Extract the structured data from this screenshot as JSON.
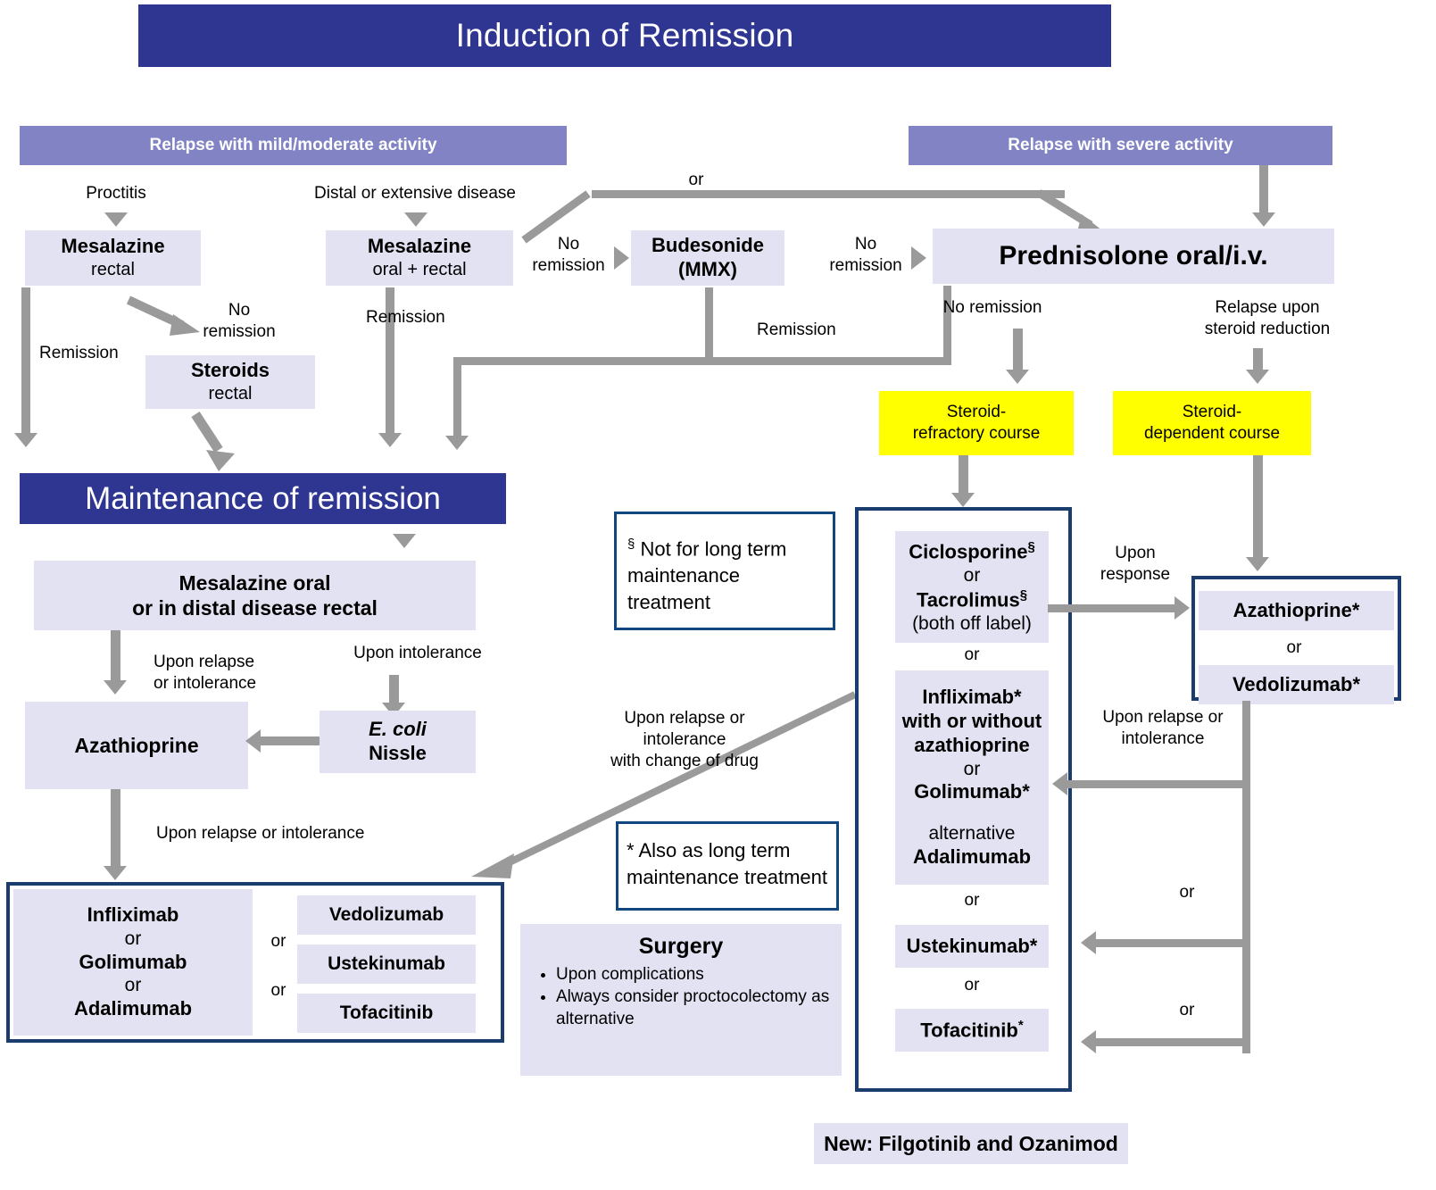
{
  "header": {
    "title": "Induction of Remission"
  },
  "branches": {
    "mild": "Relapse with mild/moderate activity",
    "severe": "Relapse with severe activity"
  },
  "edge_labels": {
    "proctitis": "Proctitis",
    "distal": "Distal or extensive disease",
    "or": "or",
    "no_remission": "No\nremission",
    "no_remission_2": "No\nremission",
    "remission": "Remission",
    "remission_2": "Remission",
    "remission_3": "Remission",
    "no_remission_left": "No\nremission",
    "no_remission_pred": "No remission",
    "relapse_steroid": "Relapse upon\nsteroid reduction",
    "upon_response": "Upon\nresponse",
    "upon_relapse_or_intolerance": "Upon relapse or\nintolerance",
    "upon_relapse_or_intolerance_2": "Upon relapse or intolerance",
    "upon_relapse_or_intolerance_left": "Upon relapse\nor intolerance",
    "upon_intolerance": "Upon intolerance",
    "upon_relapse_change": "Upon relapse or\nintolerance\nwith change of drug",
    "or_r1": "or",
    "or_r2": "or"
  },
  "nodes": {
    "mesalazine_rectal": {
      "line1": "Mesalazine",
      "line2": "rectal"
    },
    "mesalazine_oral_rectal": {
      "line1": "Mesalazine",
      "line2": "oral + rectal"
    },
    "budesonide": {
      "line1": "Budesonide",
      "line2": "(MMX)"
    },
    "prednisolone": {
      "line1": "Prednisolone oral/i.v."
    },
    "steroids_rectal": {
      "line1": "Steroids",
      "line2": "rectal"
    },
    "steroid_refractory": {
      "line1": "Steroid-",
      "line2": "refractory course"
    },
    "steroid_dependent": {
      "line1": "Steroid-",
      "line2": "dependent course"
    },
    "maintenance": {
      "title": "Maintenance of remission"
    },
    "mesalazine_maint": {
      "line1": "Mesalazine oral",
      "line2": "or in distal disease rectal"
    },
    "azathioprine": {
      "line1": "Azathioprine"
    },
    "ecoli": {
      "line1": "E. coli",
      "line2": "Nissle"
    }
  },
  "left_biologics_box": {
    "col1": [
      "Infliximab",
      "or",
      "Golimumab",
      "or",
      "Adalimumab"
    ],
    "or_1": "or",
    "or_2": "or",
    "col2": [
      "Vedolizumab",
      "Ustekinumab",
      "Tofacitinib"
    ]
  },
  "refractory_box": {
    "ciclosporine": "Ciclosporine",
    "ciclosporine_mark": "§",
    "or_1": "or",
    "tacrolimus": "Tacrolimus",
    "tacrolimus_mark": "§",
    "off_label": "(both off label)",
    "or_2": "or",
    "infliximab": "Infliximab*",
    "with_without": "with or without",
    "azathioprine": "azathioprine",
    "or_3": "or",
    "golimumab": "Golimumab*",
    "alternative": "alternative",
    "adalimumab": "Adalimumab",
    "or_4": "or",
    "ustekinumab": "Ustekinumab*",
    "or_5": "or",
    "tofacitinib": "Tofacitinib",
    "tofacitinib_mark": "*"
  },
  "dependent_box": {
    "azathioprine": "Azathioprine*",
    "or": "or",
    "vedolizumab": "Vedolizumab*"
  },
  "footnotes": {
    "section": "§ Not for long term maintenance treatment",
    "section_mark": "§",
    "section_text": "Not for long term maintenance treatment",
    "asterisk_mark": "*",
    "asterisk_text": "Also as long term maintenance treatment"
  },
  "surgery": {
    "title": "Surgery",
    "items": [
      "Upon complications",
      "Always consider proctocolectomy as alternative"
    ]
  },
  "new_drugs": {
    "label": "New: Filgotinib and Ozanimod"
  },
  "colors": {
    "navy": "#2e3691",
    "purple": "#8183c4",
    "lavender": "#e3e2f2",
    "yellow": "#ffff00",
    "grey_arrow": "#9a9a9a",
    "frame_border": "#1b3d6e"
  }
}
